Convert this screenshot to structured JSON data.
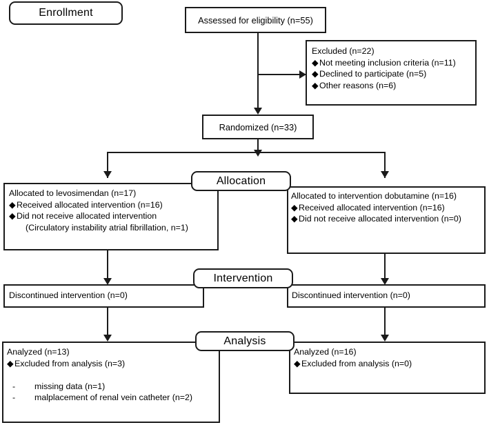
{
  "diagram": {
    "title": "CONSORT participant flow diagram",
    "type": "flowchart",
    "stroke_color": "#1a1a1a",
    "background_color": "#ffffff",
    "bullet_glyph": "♦",
    "dash_glyph": "-"
  },
  "stages": {
    "enrollment": "Enrollment",
    "allocation": "Allocation",
    "intervention": "Intervention",
    "analysis": "Analysis"
  },
  "enrollment": {
    "assessed": "Assessed for eligibility (n=55)",
    "excluded_heading": "Excluded (n=22)",
    "excluded_reasons": [
      "Not meeting inclusion criteria (n=11)",
      "Declined to participate (n=5)",
      "Other reasons (n=6)"
    ],
    "randomized": "Randomized (n=33)"
  },
  "allocation": {
    "left": {
      "heading": "Allocated to levosimendan (n=17)",
      "items": [
        "Received allocated intervention (n=16)",
        "Did not receive allocated intervention"
      ],
      "sub_note": "(Circulatory instability atrial fibrillation, n=1)"
    },
    "right": {
      "heading": "Allocated to intervention dobutamine (n=16)",
      "items": [
        "Received allocated intervention (n=16)",
        "Did not receive allocated intervention (n=0)"
      ]
    }
  },
  "intervention": {
    "left": "Discontinued intervention (n=0)",
    "right": "Discontinued intervention (n=0)"
  },
  "analysis": {
    "left": {
      "heading": "Analyzed  (n=13)",
      "items": [
        "Excluded from analysis (n=3)"
      ],
      "sub_items": [
        "missing data (n=1)",
        "malplacement of renal vein catheter (n=2)"
      ]
    },
    "right": {
      "heading": "Analyzed (n=16)",
      "items": [
        "Excluded from analysis (n=0)"
      ],
      "sub_items": []
    }
  }
}
